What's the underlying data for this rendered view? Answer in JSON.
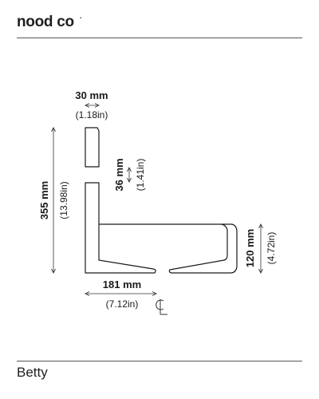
{
  "header": {
    "brand": "nood co",
    "brand_mark": "."
  },
  "product": {
    "name": "Betty"
  },
  "dimensions": {
    "wall_thickness": {
      "metric": "30 mm",
      "imperial": "(1.18in)"
    },
    "slot_height": {
      "metric": "36 mm",
      "imperial": "(1.41in)"
    },
    "total_height": {
      "metric": "355 mm",
      "imperial": "(13.98in)"
    },
    "basin_height": {
      "metric": "120 mm",
      "imperial": "(4.72in)"
    },
    "half_width": {
      "metric": "181 mm",
      "imperial": "(7.12in)"
    }
  },
  "symbols": {
    "centerline": "centerline-icon"
  },
  "colors": {
    "line": "#1a1a1a",
    "dimension_line": "#333333",
    "rule": "#555555"
  }
}
